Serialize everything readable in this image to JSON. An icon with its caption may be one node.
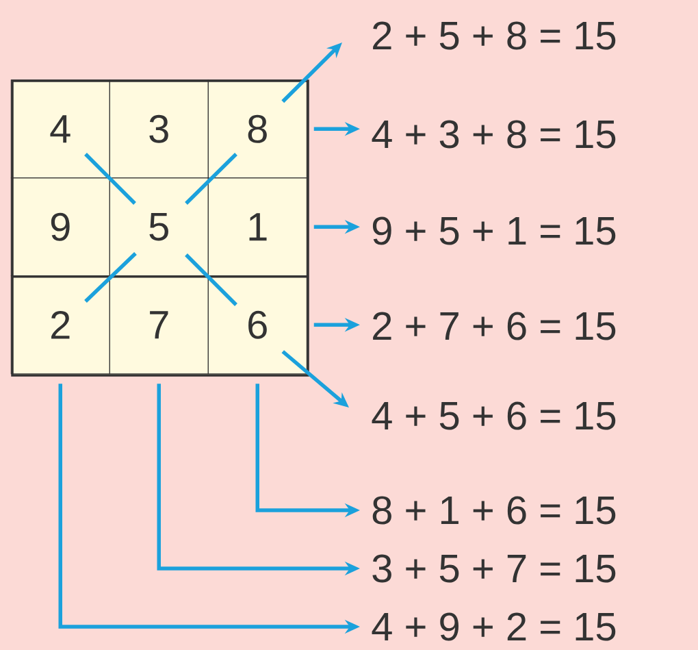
{
  "diagram": {
    "nodes": [
      {
        "text": [],
        "shape": "box"
      },
      {
        "text": [
          "4"
        ],
        "in": 0
      },
      {
        "text": [
          "3"
        ],
        "in": 0
      },
      {
        "text": [
          "8"
        ],
        "in": 0
      },
      {
        "text": [
          "9"
        ],
        "in": 0
      },
      {
        "text": [
          "5"
        ],
        "in": 0
      },
      {
        "text": [
          "1"
        ],
        "in": 0
      },
      {
        "text": [
          "2"
        ],
        "in": 0
      },
      {
        "text": [
          "7"
        ],
        "in": 0
      },
      {
        "text": [
          "6"
        ],
        "in": 0
      },
      {
        "text": [
          "2 + 5 + 8 = 15"
        ]
      },
      {
        "text": [
          "4 + 3 + 8 = 15"
        ]
      },
      {
        "text": [
          "9 + 5 + 1 = 15"
        ]
      },
      {
        "text": [
          "2 + 7 + 6 = 15"
        ]
      },
      {
        "text": [
          "4 + 5 + 6 = 15"
        ]
      },
      {
        "text": [
          "8 + 1 + 6 = 15"
        ]
      },
      {
        "text": [
          "3 + 5 + 7 = 15"
        ]
      },
      {
        "text": [
          "4 + 9 + 2 = 15"
        ]
      }
    ],
    "edges": [
      {
        "from": 3,
        "to": 10,
        "arrow": "to"
      },
      {
        "from": 3,
        "to": 11,
        "arrow": "to"
      },
      {
        "from": 6,
        "to": 12,
        "arrow": "to"
      },
      {
        "from": 9,
        "to": 13,
        "arrow": "to"
      },
      {
        "from": 9,
        "to": 14,
        "arrow": "to"
      },
      {
        "from": 9,
        "to": 15,
        "arrow": "to"
      },
      {
        "from": 8,
        "to": 16,
        "arrow": "to"
      },
      {
        "from": 7,
        "to": 17,
        "arrow": "to"
      }
    ]
  }
}
